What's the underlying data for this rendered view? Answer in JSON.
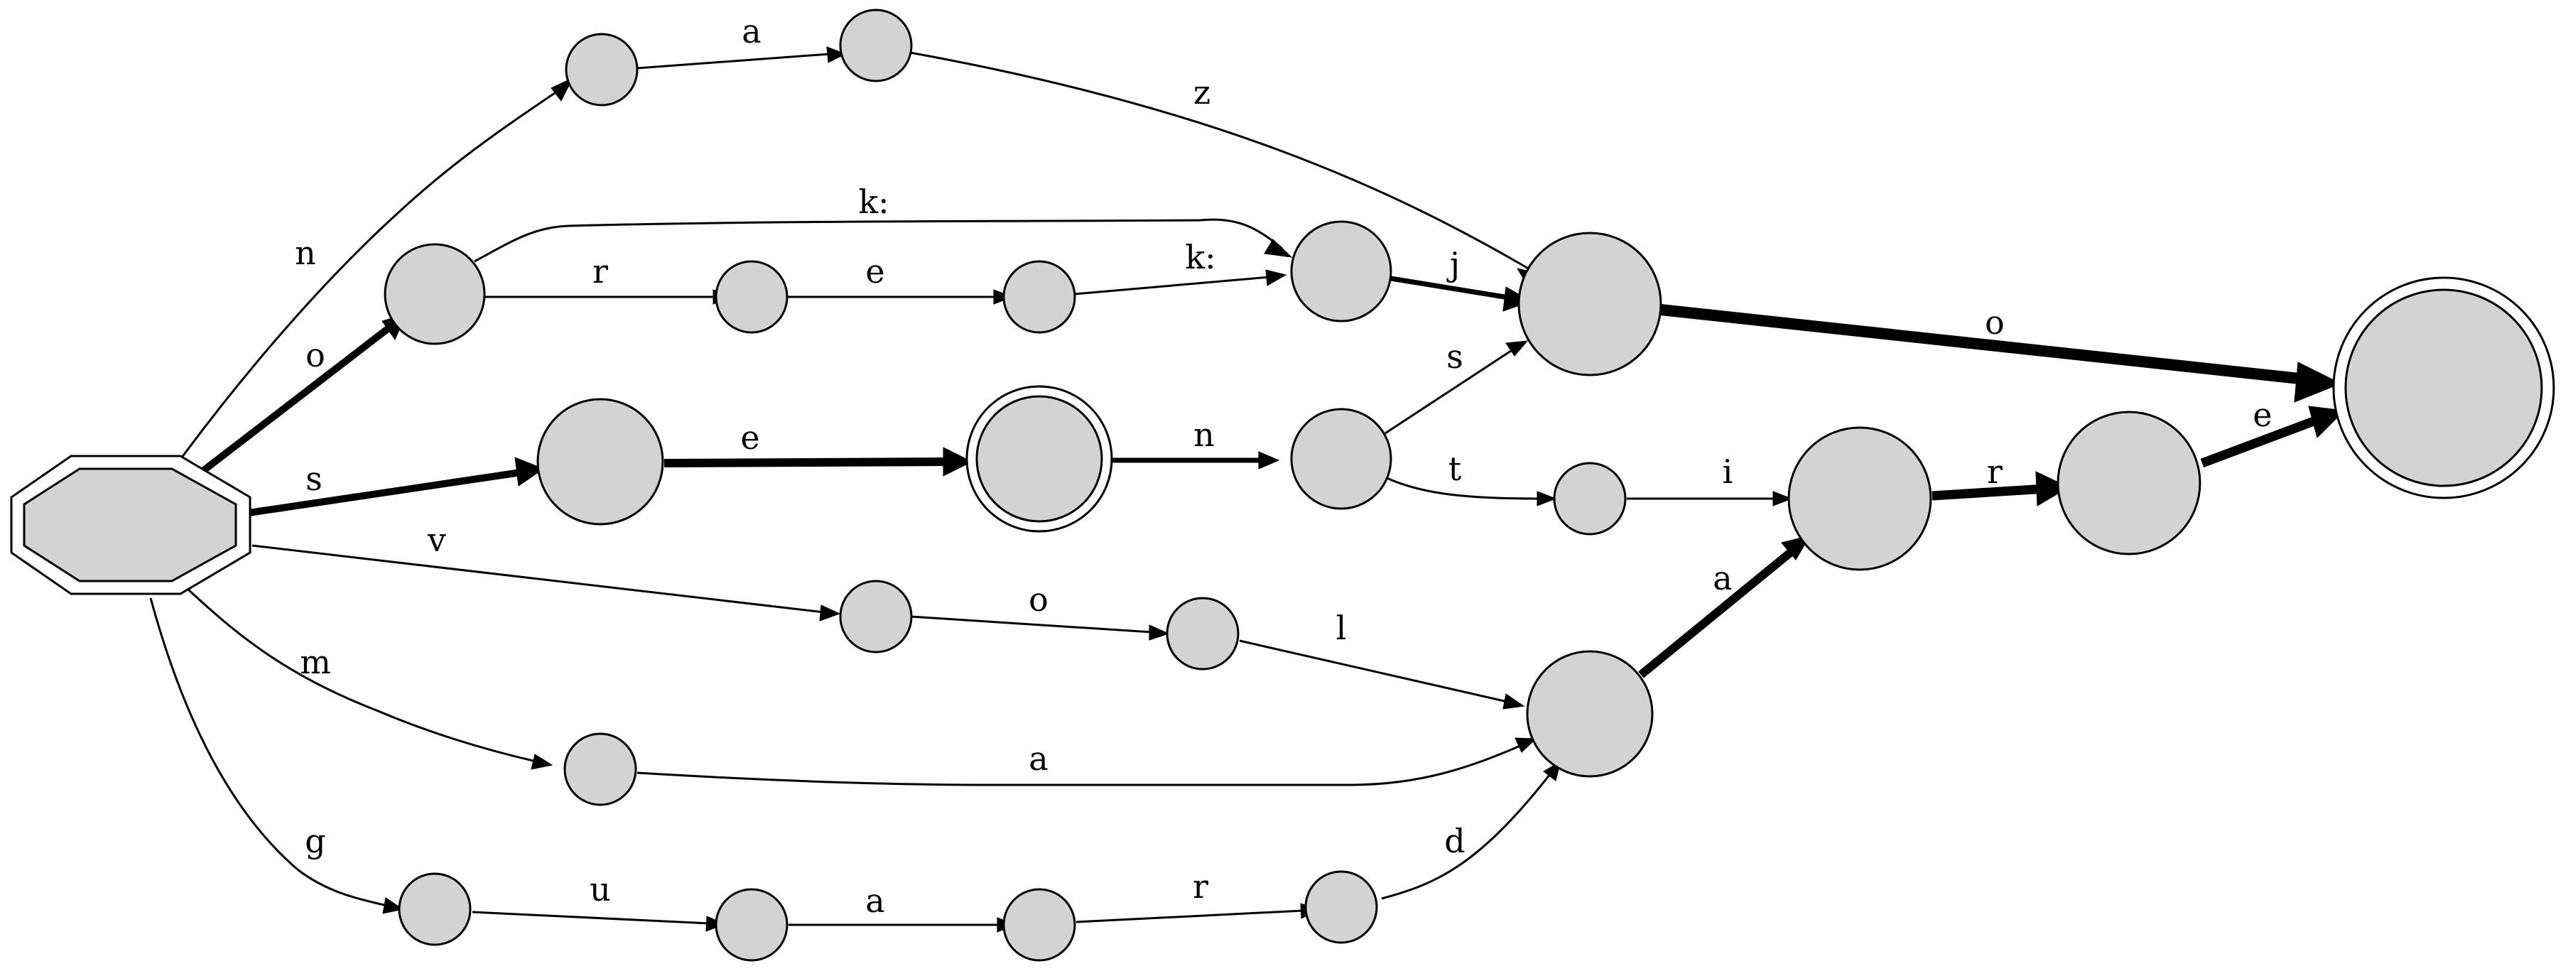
{
  "colors": {
    "node_fill": "#d3d3d3",
    "stroke": "#000000",
    "background": "#ffffff"
  },
  "diagram": {
    "type": "finite-state-automaton",
    "states": [
      {
        "id": "s0",
        "shape": "start-octagon"
      },
      {
        "id": "s1",
        "shape": "circle"
      },
      {
        "id": "s2",
        "shape": "circle"
      },
      {
        "id": "s3",
        "shape": "circle"
      },
      {
        "id": "s4",
        "shape": "circle"
      },
      {
        "id": "s5",
        "shape": "circle"
      },
      {
        "id": "s6",
        "shape": "circle"
      },
      {
        "id": "s7",
        "shape": "circle"
      },
      {
        "id": "s8",
        "shape": "circle"
      },
      {
        "id": "s9",
        "shape": "circle",
        "final": true
      },
      {
        "id": "s10",
        "shape": "circle"
      },
      {
        "id": "s11",
        "shape": "circle"
      },
      {
        "id": "s12",
        "shape": "circle"
      },
      {
        "id": "s13",
        "shape": "circle"
      },
      {
        "id": "s14",
        "shape": "circle"
      },
      {
        "id": "s15",
        "shape": "circle"
      },
      {
        "id": "s16",
        "shape": "circle"
      },
      {
        "id": "s17",
        "shape": "circle"
      },
      {
        "id": "s18",
        "shape": "circle"
      },
      {
        "id": "s19",
        "shape": "circle"
      },
      {
        "id": "s20",
        "shape": "circle"
      },
      {
        "id": "s21",
        "shape": "circle"
      },
      {
        "id": "s22",
        "shape": "circle"
      },
      {
        "id": "s23",
        "shape": "circle",
        "final": true
      }
    ],
    "transitions": [
      {
        "id": "t-n",
        "label": "n"
      },
      {
        "id": "t-a1",
        "label": "a"
      },
      {
        "id": "t-z",
        "label": "z"
      },
      {
        "id": "t-o1",
        "label": "o"
      },
      {
        "id": "t-k1",
        "label": "k:"
      },
      {
        "id": "t-r1",
        "label": "r"
      },
      {
        "id": "t-e1",
        "label": "e"
      },
      {
        "id": "t-k2",
        "label": "k:"
      },
      {
        "id": "t-j",
        "label": "j"
      },
      {
        "id": "t-o2",
        "label": "o"
      },
      {
        "id": "t-s1",
        "label": "s"
      },
      {
        "id": "t-e2",
        "label": "e"
      },
      {
        "id": "t-n2",
        "label": "n"
      },
      {
        "id": "t-s2",
        "label": "s"
      },
      {
        "id": "t-t",
        "label": "t"
      },
      {
        "id": "t-i",
        "label": "i"
      },
      {
        "id": "t-r2",
        "label": "r"
      },
      {
        "id": "t-e3",
        "label": "e"
      },
      {
        "id": "t-v",
        "label": "v"
      },
      {
        "id": "t-o3",
        "label": "o"
      },
      {
        "id": "t-l",
        "label": "l"
      },
      {
        "id": "t-a2",
        "label": "a"
      },
      {
        "id": "t-m",
        "label": "m"
      },
      {
        "id": "t-a3",
        "label": "a"
      },
      {
        "id": "t-g",
        "label": "g"
      },
      {
        "id": "t-u",
        "label": "u"
      },
      {
        "id": "t-a4",
        "label": "a"
      },
      {
        "id": "t-r3",
        "label": "r"
      },
      {
        "id": "t-d",
        "label": "d"
      }
    ]
  }
}
